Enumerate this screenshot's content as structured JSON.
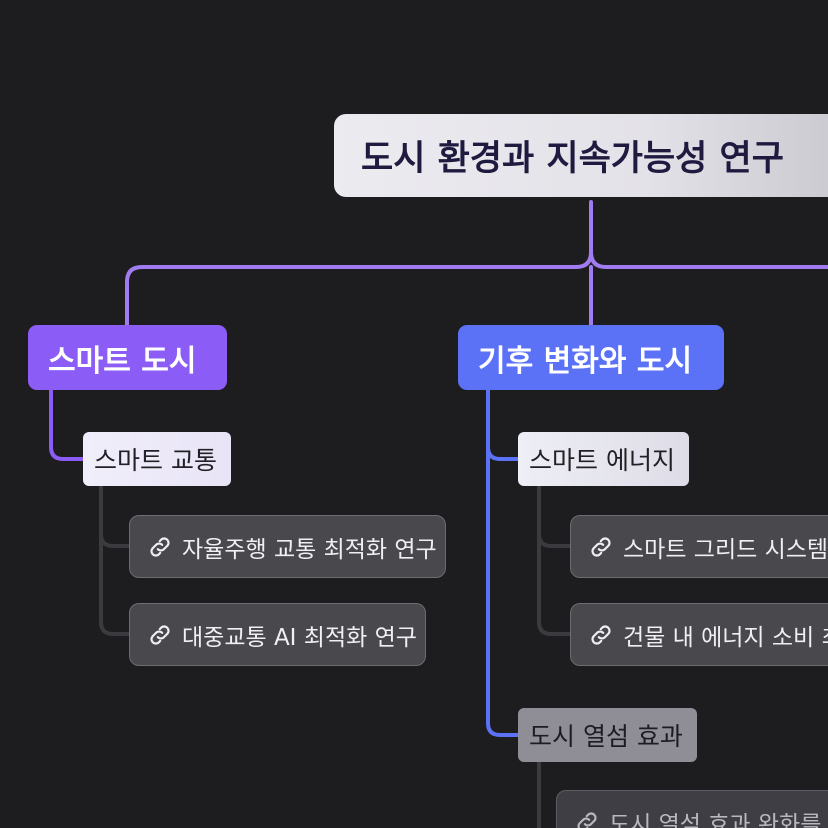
{
  "root": {
    "title": "도시 환경과 지속가능성 연구"
  },
  "branches": [
    {
      "label": "스마트 도시",
      "color": "#8b5cf6",
      "topics": [
        {
          "label": "스마트 교통",
          "links": [
            {
              "label": "자율주행 교통 최적화 연구",
              "icon": "link-icon"
            },
            {
              "label": "대중교통 AI 최적화 연구",
              "icon": "link-icon"
            }
          ]
        }
      ]
    },
    {
      "label": "기후 변화와 도시",
      "color": "#5b72f7",
      "topics": [
        {
          "label": "스마트 에너지",
          "links": [
            {
              "label": "스마트 그리드 시스템의",
              "icon": "link-icon"
            },
            {
              "label": "건물 내 에너지 소비 최",
              "icon": "link-icon"
            }
          ]
        },
        {
          "label": "도시 열섬 효과",
          "links": [
            {
              "label": "도시 열섬 효과 완화를 위",
              "icon": "link-icon"
            }
          ]
        }
      ]
    }
  ],
  "colors": {
    "background": "#1d1c1f",
    "connector_root": "#a07cf0",
    "connector_leaf": "#3b3a3f"
  }
}
